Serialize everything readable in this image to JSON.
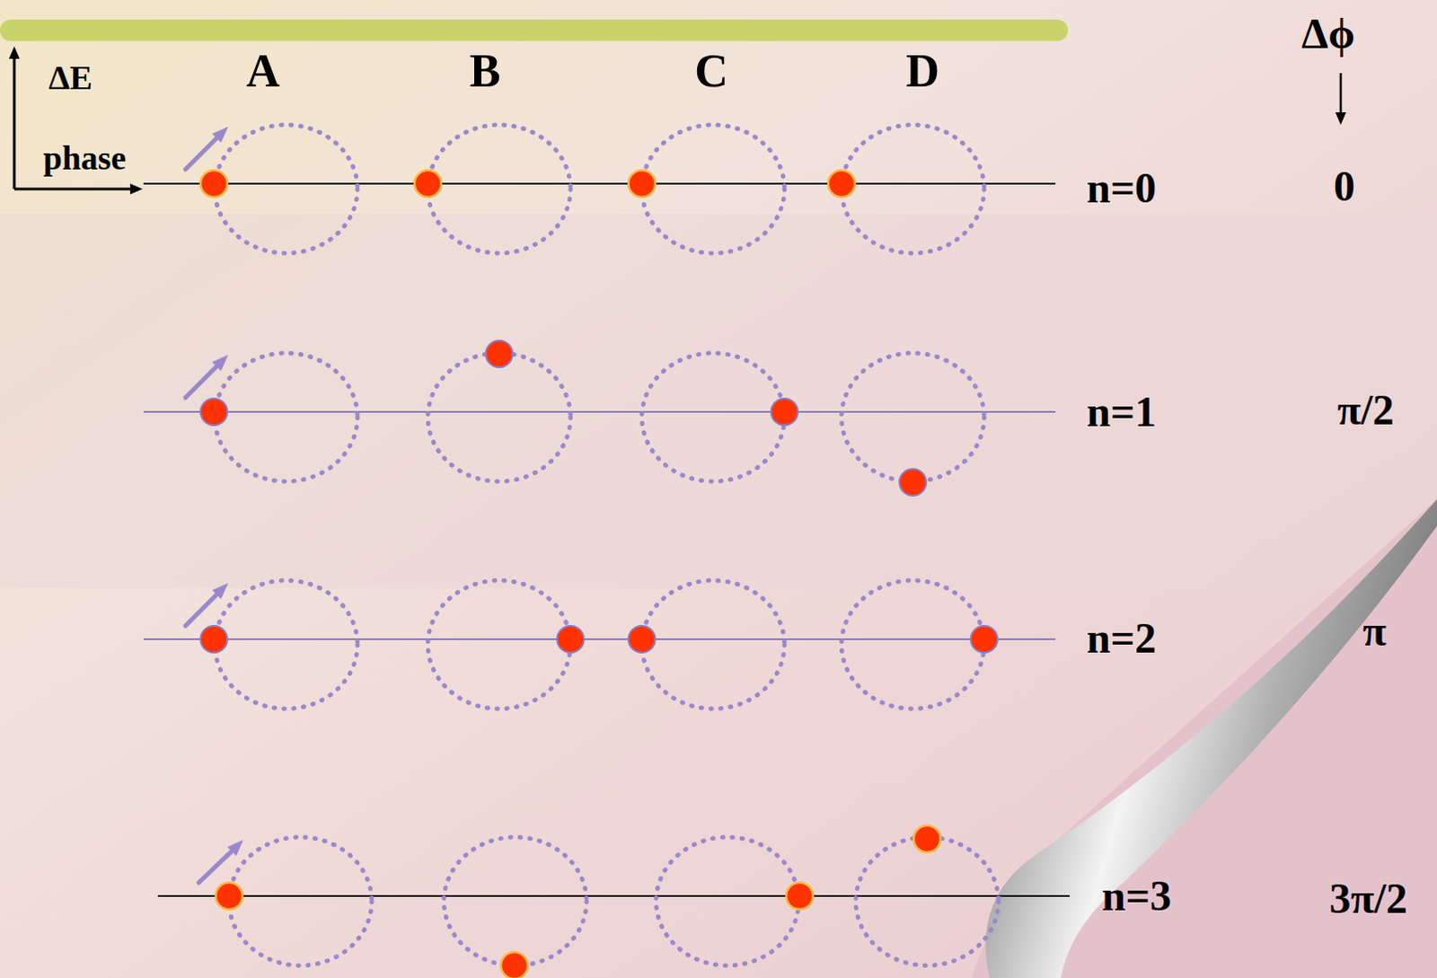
{
  "diagram": {
    "labels": [
      "ΔE",
      "phase",
      "A",
      "B",
      "C",
      "D",
      "Δϕ",
      "n=0",
      "0",
      "n=1",
      "π/2",
      "n=2",
      "π",
      "n=3",
      "3π/2"
    ]
  }
}
